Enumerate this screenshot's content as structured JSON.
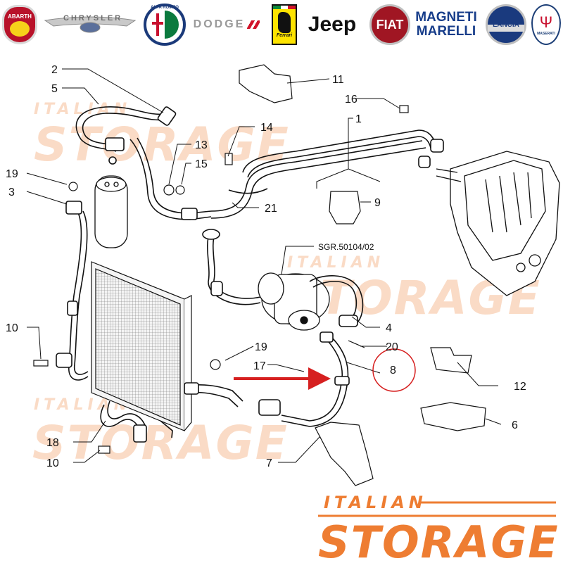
{
  "brands": {
    "abarth": {
      "label": "ABARTH"
    },
    "chrysler": {
      "label": "CHRYSLER"
    },
    "alfaromeo": {
      "label": "ALFA ROMEO"
    },
    "dodge": {
      "label": "DODGE"
    },
    "ferrari": {
      "label": "Ferrari"
    },
    "jeep": {
      "label": "Jeep"
    },
    "fiat": {
      "label": "FIAT"
    },
    "magnetimarelli": {
      "label1": "MAGNETI",
      "label2": "MARELLI"
    },
    "lancia": {
      "label": "LANCIA"
    },
    "maserati": {
      "label": "MASERATI"
    }
  },
  "watermark": {
    "word1": "ITALIAN",
    "word2": "STORAGE",
    "color": "#f4b183",
    "strong_color": "#ee7d32"
  },
  "diagram": {
    "reference_code": "SGR.50104/02",
    "callouts": {
      "c1": "1",
      "c2": "2",
      "c3": "3",
      "c4": "4",
      "c5": "5",
      "c6": "6",
      "c7": "7",
      "c8": "8",
      "c9": "9",
      "c10a": "10",
      "c10b": "10",
      "c11": "11",
      "c12": "12",
      "c13": "13",
      "c14": "14",
      "c15": "15",
      "c16": "16",
      "c17": "17",
      "c18": "18",
      "c19a": "19",
      "c19b": "19",
      "c20": "20",
      "c21": "21"
    },
    "highlight_color": "#d62020"
  },
  "footer_logo": {
    "word1": "ITALIAN",
    "word2": "STORAGE"
  }
}
